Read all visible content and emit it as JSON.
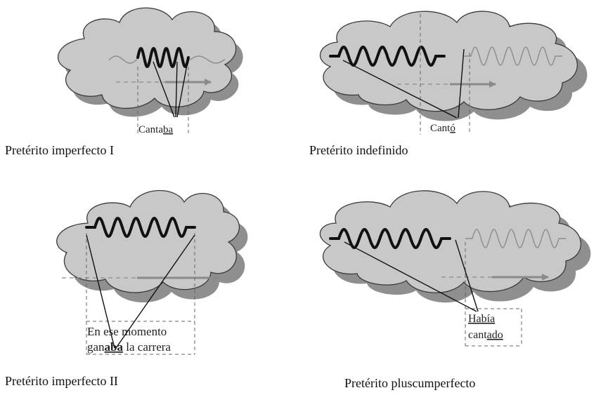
{
  "colors": {
    "cloud_fill": "#c8c8c8",
    "cloud_shadow": "#8f8f8f",
    "cloud_stroke": "#3a3a3a",
    "wave_bold": "#111111",
    "wave_faint": "#8c8c8c",
    "arrow": "#8a8a8a"
  },
  "panels": [
    {
      "caption": "Pretérito imperfecto I",
      "label_lines": [
        [
          {
            "t": "Canta"
          },
          {
            "t": "ba",
            "u": true
          }
        ]
      ]
    },
    {
      "caption": "Pretérito indefinido",
      "label_lines": [
        [
          {
            "t": "Cant"
          },
          {
            "t": "ó",
            "u": true
          }
        ]
      ]
    },
    {
      "caption": "Pretérito imperfecto II",
      "label_lines": [
        [
          {
            "t": "En ese momento"
          }
        ],
        [
          {
            "t": "gan"
          },
          {
            "t": "aba",
            "u": true,
            "b": true
          },
          {
            "t": " la carrera"
          }
        ]
      ]
    },
    {
      "caption": "Pretérito pluscumperfecto",
      "label_lines": [
        [
          {
            "t": "Había",
            "u": true
          }
        ],
        [
          {
            "t": "cant"
          },
          {
            "t": "ado",
            "u": true
          }
        ]
      ]
    }
  ]
}
